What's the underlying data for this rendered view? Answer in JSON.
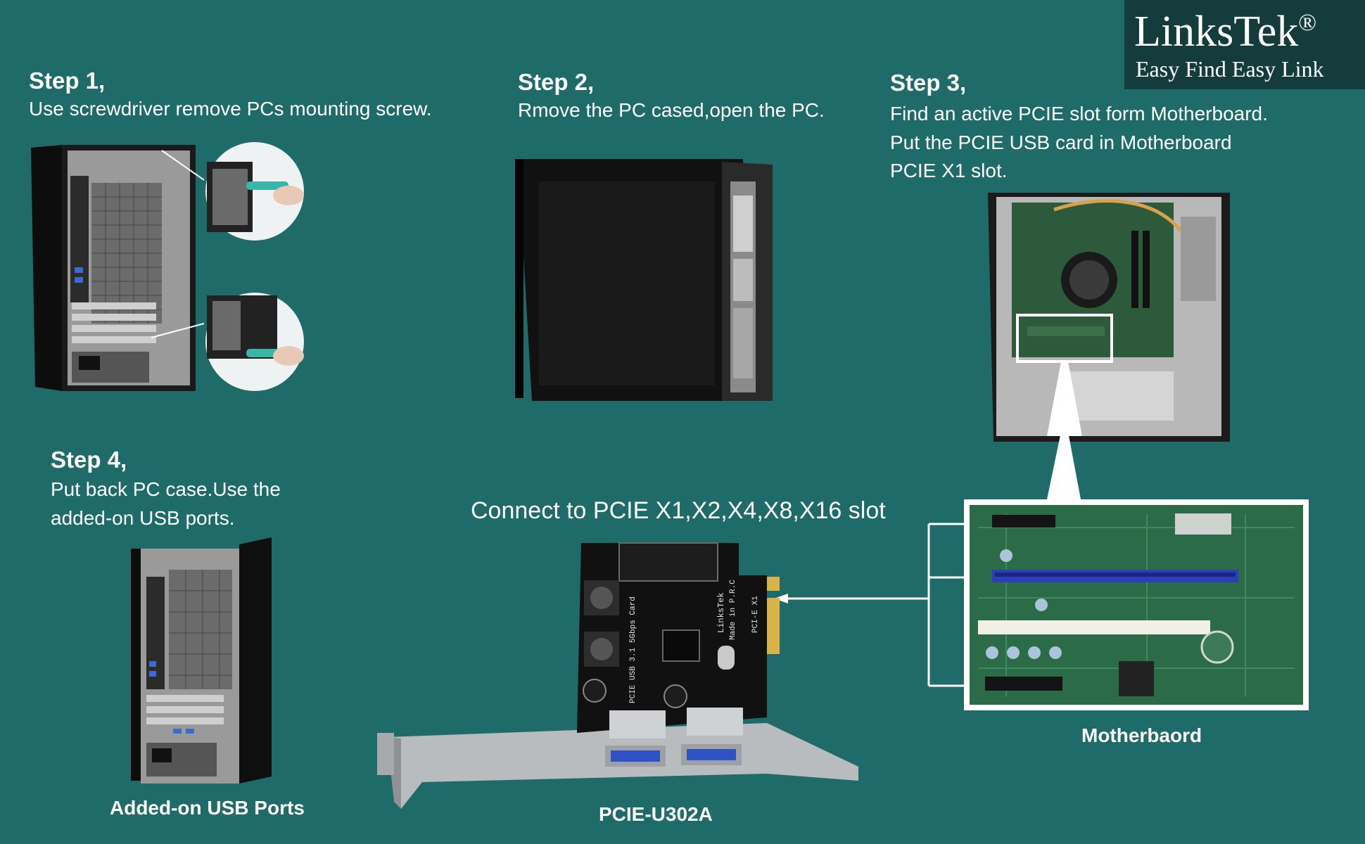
{
  "brand": {
    "name": "LinksTek",
    "registered": "®",
    "tagline": "Easy Find Easy Link"
  },
  "steps": [
    {
      "title": "Step 1,",
      "lines": [
        "Use screwdriver remove PCs mounting screw."
      ]
    },
    {
      "title": "Step 2,",
      "lines": [
        "Rmove the PC cased,open the PC."
      ]
    },
    {
      "title": "Step 3,",
      "lines": [
        "Find an active PCIE slot form Motherboard.",
        "Put the PCIE USB card in Motherboard",
        "PCIE X1 slot."
      ]
    },
    {
      "title": "Step 4,",
      "lines": [
        "Put back PC case.Use the",
        "added-on USB ports."
      ]
    }
  ],
  "connect_caption": "Connect to PCIE X1,X2,X4,X8,X16 slot",
  "labels": {
    "added_ports": "Added-on USB Ports",
    "card_model": "PCIE-U302A",
    "motherboard": "Motherbaord"
  },
  "card_print": {
    "line1": "PCIE USB 3.1 5Gbps Card",
    "line2": "LinksTek",
    "line3": "Made in P.R.C",
    "line4": "PCI-E X1"
  },
  "colors": {
    "background": "#1e6b69",
    "logo_box": "#143c3c",
    "text": "#ffffff",
    "pcie_x16_slot": "#2a3fb8"
  }
}
